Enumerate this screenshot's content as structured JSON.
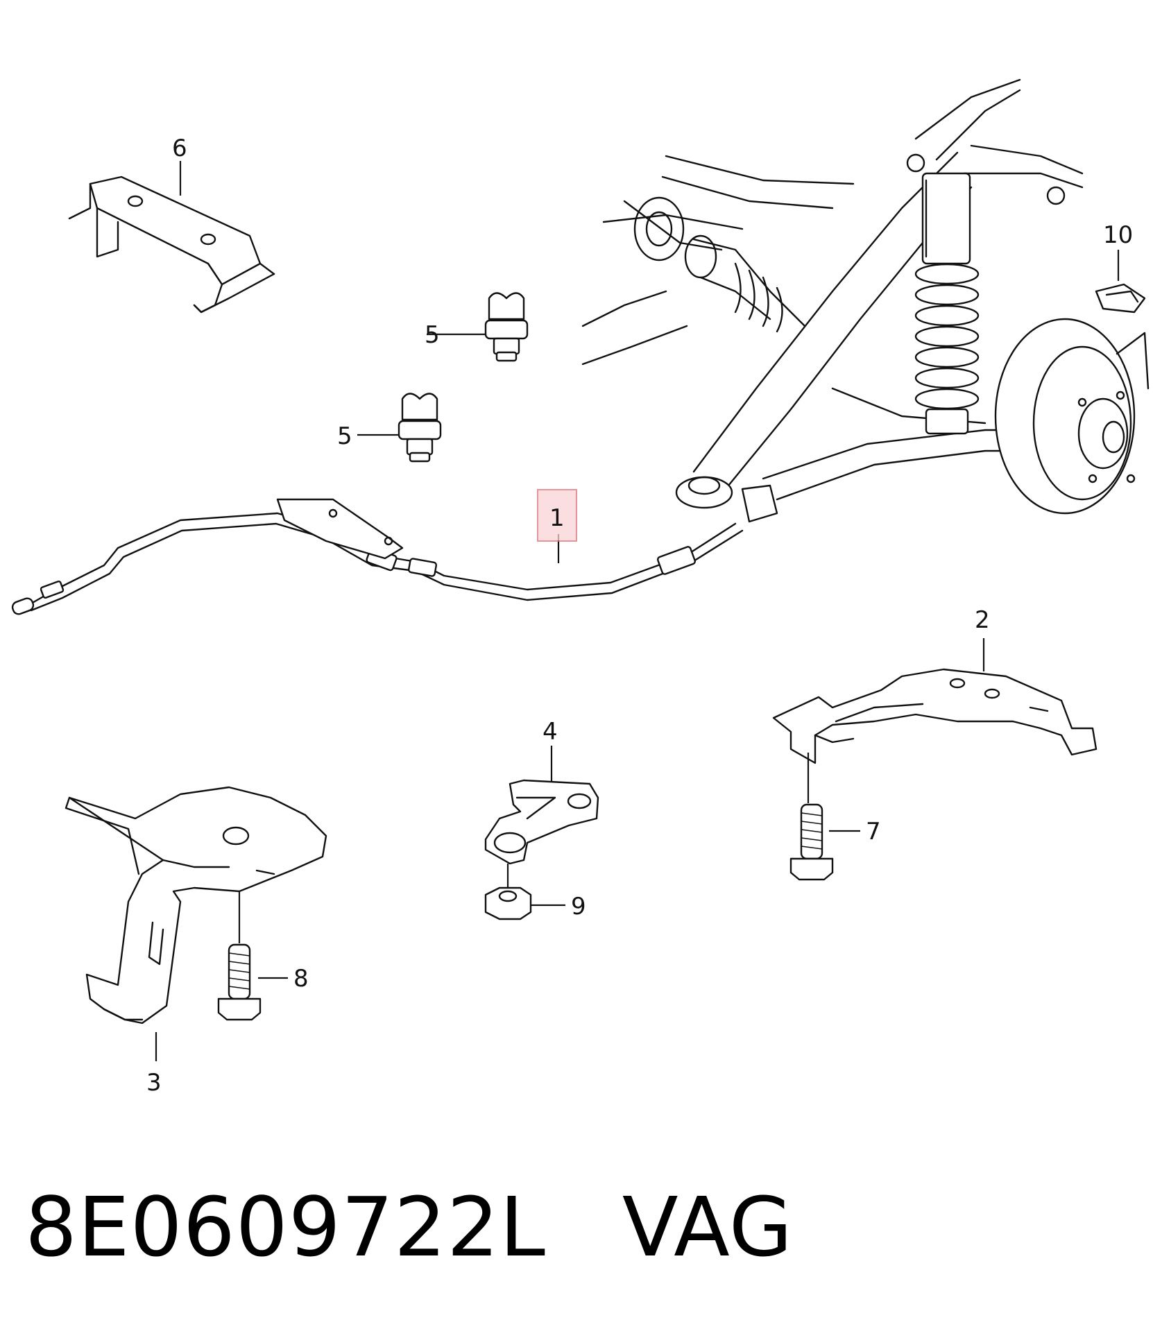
{
  "diagram": {
    "callouts": {
      "p1": "1",
      "p2": "2",
      "p3": "3",
      "p4": "4",
      "p5a": "5",
      "p5b": "5",
      "p6": "6",
      "p7": "7",
      "p8": "8",
      "p9": "9",
      "p10": "10"
    },
    "highlighted_callout": "1",
    "highlight_color": "#f9d3d6"
  },
  "caption": {
    "part_number": "8E0609722L",
    "brand": "VAG"
  }
}
